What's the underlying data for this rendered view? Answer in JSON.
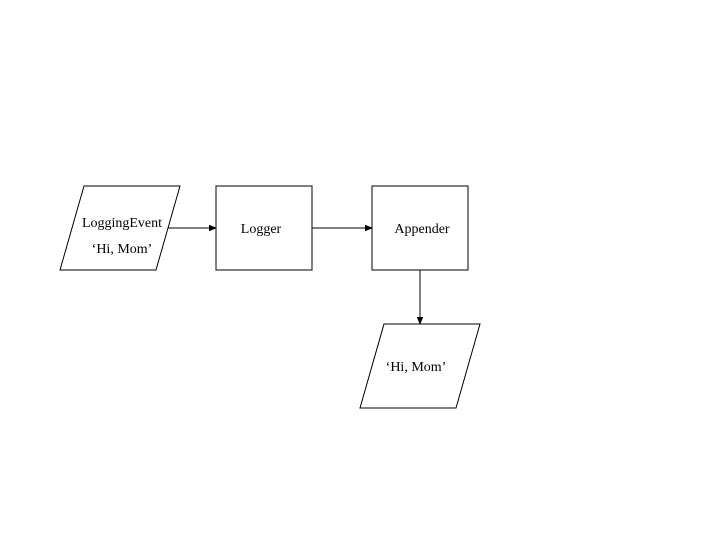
{
  "colors": {
    "background": "#ffffff",
    "stroke": "#000000",
    "text": "#000000"
  },
  "nodes": {
    "event": {
      "shape": "parallelogram",
      "line1": "LoggingEvent",
      "line2": "‘Hi, Mom’"
    },
    "logger": {
      "shape": "rectangle",
      "label": "Logger"
    },
    "appender": {
      "shape": "rectangle",
      "label": "Appender"
    },
    "output": {
      "shape": "parallelogram",
      "label": "‘Hi, Mom’"
    }
  },
  "edges": [
    {
      "from": "event",
      "to": "logger"
    },
    {
      "from": "logger",
      "to": "appender"
    },
    {
      "from": "appender",
      "to": "output"
    }
  ]
}
